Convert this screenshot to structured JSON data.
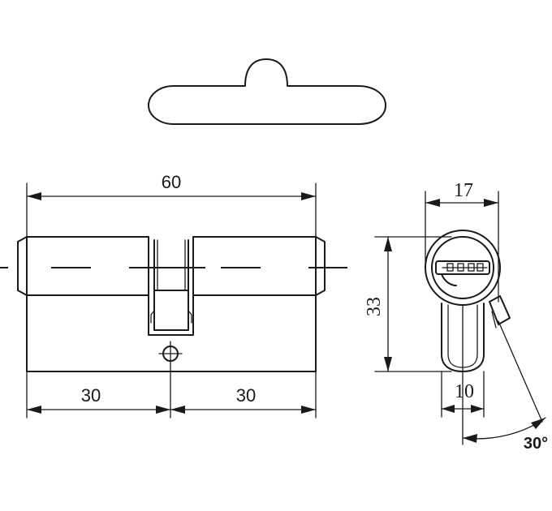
{
  "dimensions": {
    "overall_length": "60",
    "left_half": "30",
    "right_half": "30",
    "side_width": "17",
    "height": "33",
    "cam_width": "10",
    "cam_angle": "30°"
  }
}
